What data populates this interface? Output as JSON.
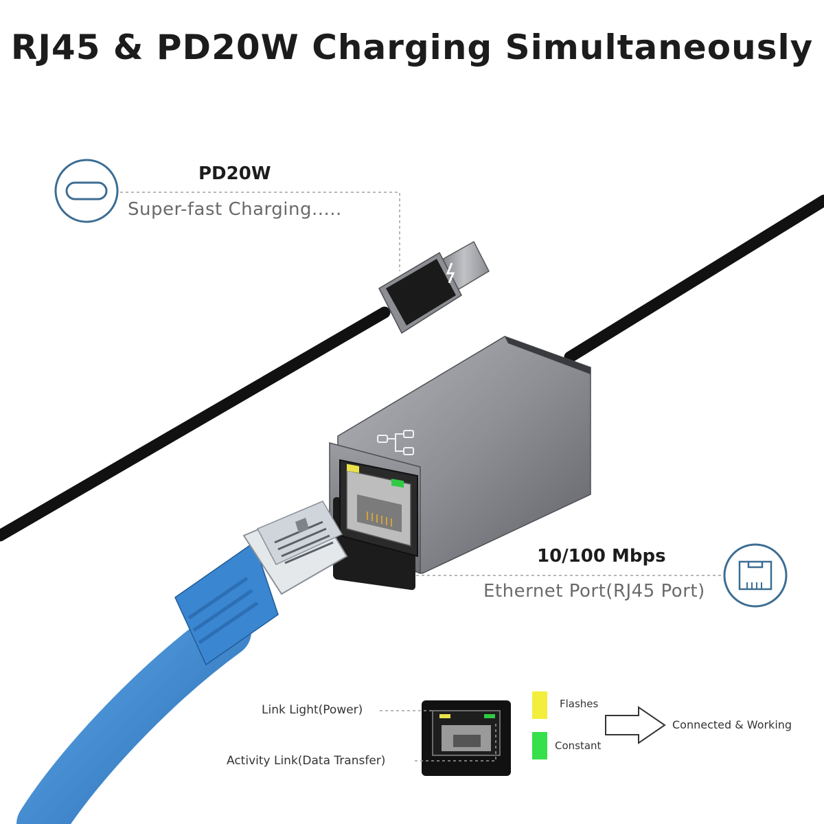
{
  "title": "RJ45 & PD20W Charging Simultaneously",
  "pd_callout": {
    "heading": "PD20W",
    "subtext": "Super-fast Charging.....",
    "icon": "usb-c-port-icon"
  },
  "ethernet_callout": {
    "heading": "10/100 Mbps",
    "subtext": "Ethernet Port(RJ45 Port)",
    "icon": "rj45-port-icon"
  },
  "legend": {
    "link_light_label": "Link Light(Power)",
    "activity_label": "Activity Link(Data Transfer)",
    "flashes_label": "Flashes",
    "constant_label": "Constant",
    "result_label": "Connected & Working",
    "flashes_color": "#f3ee3b",
    "constant_color": "#35e04a"
  },
  "colors": {
    "cable_black": "#111111",
    "adapter_gray": "#8a8c92",
    "ethernet_blue": "#3b86d0",
    "callout_blue": "#3c6d93"
  }
}
